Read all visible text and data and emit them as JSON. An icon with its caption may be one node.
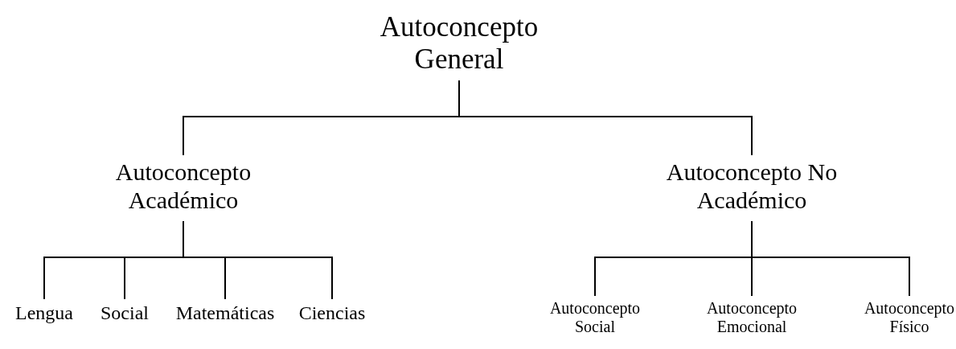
{
  "diagram": {
    "nodes": [
      {
        "text": [
          "Autoconcepto General"
        ]
      },
      {
        "text": [
          "Autoconcepto Académico"
        ]
      },
      {
        "text": [
          "Autoconcepto No Académico"
        ]
      },
      {
        "text": [
          "Lengua"
        ]
      },
      {
        "text": [
          "Social"
        ]
      },
      {
        "text": [
          "Matemáticas"
        ]
      },
      {
        "text": [
          "Ciencias"
        ]
      },
      {
        "text": [
          "Autoconcepto Social"
        ]
      },
      {
        "text": [
          "Autoconcepto Emocional"
        ]
      },
      {
        "text": [
          "Autoconcepto Físico"
        ]
      }
    ],
    "edges": [
      {
        "from": 0,
        "to": 1,
        "arrow": "none"
      },
      {
        "from": 0,
        "to": 2,
        "arrow": "none"
      },
      {
        "from": 1,
        "to": 3,
        "arrow": "none"
      },
      {
        "from": 1,
        "to": 4,
        "arrow": "none"
      },
      {
        "from": 1,
        "to": 5,
        "arrow": "none"
      },
      {
        "from": 1,
        "to": 6,
        "arrow": "none"
      },
      {
        "from": 2,
        "to": 7,
        "arrow": "none"
      },
      {
        "from": 2,
        "to": 8,
        "arrow": "none"
      },
      {
        "from": 2,
        "to": 9,
        "arrow": "none"
      }
    ]
  }
}
